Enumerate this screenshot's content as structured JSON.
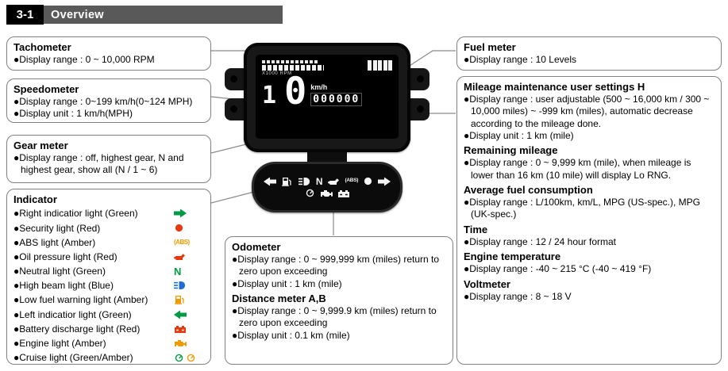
{
  "header": {
    "section_number": "3-1",
    "title": "Overview"
  },
  "colors": {
    "header_bar": "#595959",
    "header_block": "#000000",
    "box_border": "#808080",
    "indicator_green": "#009a44",
    "indicator_red": "#e8380d",
    "indicator_amber": "#f09a00",
    "indicator_blue": "#1f6ed4"
  },
  "boxes": {
    "tachometer": {
      "title": "Tachometer",
      "bullets": [
        "●Display range : 0 ~ 10,000 RPM"
      ]
    },
    "speedometer": {
      "title": "Speedometer",
      "bullets": [
        "●Display range : 0~199 km/h(0~124 MPH)",
        "●Display unit : 1 km/h(MPH)"
      ]
    },
    "gear_meter": {
      "title": "Gear meter",
      "bullets": [
        "●Display range : off, highest gear, N and highest gear, show all (N / 1 ~ 6)"
      ]
    },
    "indicator": {
      "title": "Indicator",
      "items": [
        {
          "label": "●Right indicatior light (Green)",
          "icon": "right-turn-arrow"
        },
        {
          "label": "●Security light (Red)",
          "icon": "security-dot"
        },
        {
          "label": "●ABS light (Amber)",
          "icon": "abs"
        },
        {
          "label": "●Oil pressure light (Red)",
          "icon": "oil-can"
        },
        {
          "label": "●Neutral light (Green)",
          "icon": "neutral-n"
        },
        {
          "label": "●High beam light (Blue)",
          "icon": "high-beam"
        },
        {
          "label": "●Low fuel warning light (Amber)",
          "icon": "fuel-pump"
        },
        {
          "label": "●Left indicatior light (Green)",
          "icon": "left-turn-arrow"
        },
        {
          "label": "●Battery discharge light (Red)",
          "icon": "battery"
        },
        {
          "label": "●Engine light (Amber)",
          "icon": "engine"
        },
        {
          "label": "●Cruise light (Green/Amber)",
          "icon": "cruise-pair"
        }
      ]
    },
    "odometer": {
      "title": "Odometer",
      "bullets": [
        "●Display range : 0 ~ 999,999 km (miles) return to zero upon exceeding",
        "●Display unit : 1 km (mile)"
      ],
      "title2": "Distance meter A,B",
      "bullets2": [
        "●Display range : 0 ~ 9,999.9 km (miles) return to zero upon exceeding",
        "●Display unit : 0.1 km (mile)"
      ]
    },
    "fuel_meter": {
      "title": "Fuel meter",
      "bullets": [
        "●Display range : 10 Levels"
      ]
    },
    "right_panel": {
      "sections": [
        {
          "title": "Mileage maintenance user settings H",
          "bullets": [
            "●Display range : user adjustable (500 ~ 16,000 km / 300 ~ 10,000 miles) ~ -999 km (miles), automatic decrease according to the mileage done.",
            "●Display unit : 1 km (mile)"
          ]
        },
        {
          "title": "Remaining mileage",
          "bullets": [
            "●Display range : 0 ~ 9,999 km (mile), when mileage is lower than 16 km (10 mile) will display Lo RNG."
          ]
        },
        {
          "title": "Average fuel consumption",
          "bullets": [
            "●Display range : L/100km, km/L, MPG (US-spec.), MPG (UK-spec.)"
          ]
        },
        {
          "title": "Time",
          "bullets": [
            "●Display range : 12 / 24 hour format"
          ]
        },
        {
          "title": "Engine temperature",
          "bullets": [
            "●Display range : -40 ~ 215 °C (-40 ~ 419 °F)"
          ]
        },
        {
          "title": "Voltmeter",
          "bullets": [
            "●Display range : 8 ~ 18 V"
          ]
        }
      ]
    }
  },
  "cluster": {
    "tach_label": "X1000 RPM",
    "gear_value": "1",
    "speed_value": "0",
    "speed_unit": "km/h",
    "odometer_value": "000000",
    "neutral_lamp": "N",
    "abs_lamp": "(ABS)",
    "lamp_icons_row1": [
      "left-turn-arrow",
      "fuel-pump",
      "high-beam",
      "neutral-n",
      "oil-can",
      "abs",
      "security-dot",
      "right-turn-arrow"
    ],
    "lamp_icons_row2": [
      "cruise",
      "engine",
      "battery"
    ]
  }
}
